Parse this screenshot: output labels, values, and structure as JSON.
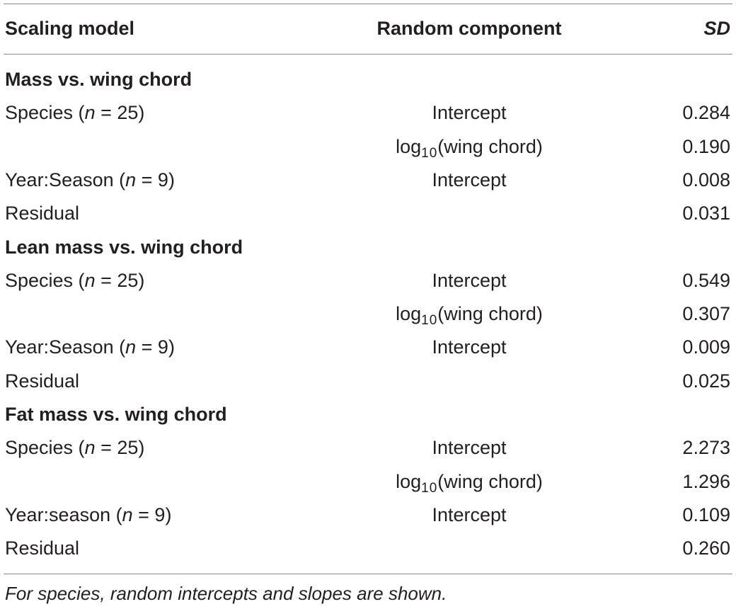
{
  "table": {
    "headers": {
      "model": "Scaling model",
      "component": "Random component",
      "sd": "SD"
    },
    "sections": [
      {
        "title": "Mass vs. wing chord",
        "rows": [
          {
            "pre": "Species (",
            "n": "n",
            "post": " = 25)",
            "comp_pre": "Intercept",
            "comp_sub": "",
            "comp_post": "",
            "sd": "0.284"
          },
          {
            "pre": "",
            "n": "",
            "post": "",
            "comp_pre": "log",
            "comp_sub": "10",
            "comp_post": "(wing chord)",
            "sd": "0.190"
          },
          {
            "pre": "Year:Season (",
            "n": "n",
            "post": " = 9)",
            "comp_pre": "Intercept",
            "comp_sub": "",
            "comp_post": "",
            "sd": "0.008"
          },
          {
            "pre": "Residual",
            "n": "",
            "post": "",
            "comp_pre": "",
            "comp_sub": "",
            "comp_post": "",
            "sd": "0.031"
          }
        ]
      },
      {
        "title": "Lean mass vs. wing chord",
        "rows": [
          {
            "pre": "Species (",
            "n": "n",
            "post": " = 25)",
            "comp_pre": "Intercept",
            "comp_sub": "",
            "comp_post": "",
            "sd": "0.549"
          },
          {
            "pre": "",
            "n": "",
            "post": "",
            "comp_pre": "log",
            "comp_sub": "10",
            "comp_post": "(wing chord)",
            "sd": "0.307"
          },
          {
            "pre": "Year:Season (",
            "n": "n",
            "post": " = 9)",
            "comp_pre": "Intercept",
            "comp_sub": "",
            "comp_post": "",
            "sd": "0.009"
          },
          {
            "pre": "Residual",
            "n": "",
            "post": "",
            "comp_pre": "",
            "comp_sub": "",
            "comp_post": "",
            "sd": "0.025"
          }
        ]
      },
      {
        "title": "Fat mass vs. wing chord",
        "rows": [
          {
            "pre": "Species (",
            "n": "n",
            "post": " = 25)",
            "comp_pre": "Intercept",
            "comp_sub": "",
            "comp_post": "",
            "sd": "2.273"
          },
          {
            "pre": "",
            "n": "",
            "post": "",
            "comp_pre": "log",
            "comp_sub": "10",
            "comp_post": "(wing chord)",
            "sd": "1.296"
          },
          {
            "pre": "Year:season (",
            "n": "n",
            "post": " = 9)",
            "comp_pre": "Intercept",
            "comp_sub": "",
            "comp_post": "",
            "sd": "0.109"
          },
          {
            "pre": "Residual",
            "n": "",
            "post": "",
            "comp_pre": "",
            "comp_sub": "",
            "comp_post": "",
            "sd": "0.260"
          }
        ]
      }
    ],
    "footnote": "For species, random intercepts and slopes are shown."
  }
}
